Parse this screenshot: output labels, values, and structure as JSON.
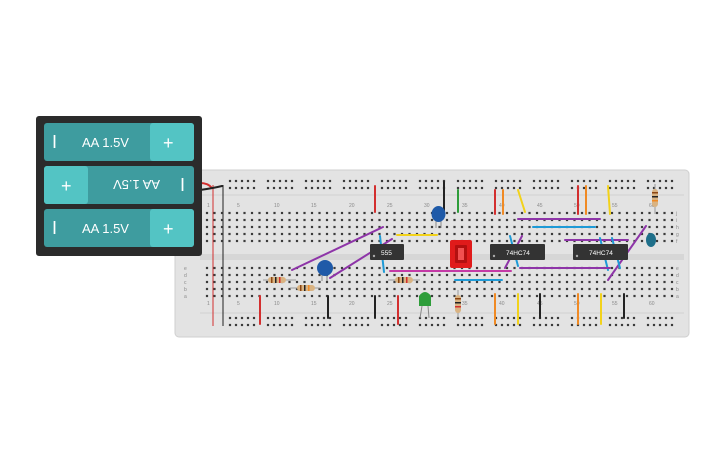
{
  "battery_pack": {
    "cells": [
      {
        "label": "AA 1.5V",
        "neg": "I",
        "pos": "+",
        "flipped": false
      },
      {
        "label": "AA 1.5V",
        "neg": "I",
        "pos": "+",
        "flipped": true
      },
      {
        "label": "AA 1.5V",
        "neg": "I",
        "pos": "+",
        "flipped": false
      }
    ],
    "colors": {
      "case": "#2b2b2b",
      "cell": "#3e9c9f",
      "cap": "#53c4c4"
    }
  },
  "breadboard": {
    "column_numbers": [
      "1",
      "5",
      "10",
      "15",
      "20",
      "25",
      "30",
      "35",
      "40",
      "45",
      "50",
      "55",
      "60"
    ],
    "row_letters_top": [
      "j",
      "i",
      "h",
      "g",
      "f"
    ],
    "row_letters_bottom": [
      "e",
      "d",
      "c",
      "b",
      "a"
    ],
    "colors": {
      "board": "#e3e3e3",
      "hole": "#3b3b3b",
      "rail_red": "#d32f2f",
      "rail_black": "#222222"
    }
  },
  "chips": [
    {
      "label": "555"
    },
    {
      "label": "74HC74"
    },
    {
      "label": "74HC74"
    }
  ],
  "components": {
    "push_button": {
      "color": "#e01b1b"
    },
    "led": {
      "color": "#2e9d3a"
    },
    "capacitors": {
      "color": "#1f5aa8"
    }
  }
}
